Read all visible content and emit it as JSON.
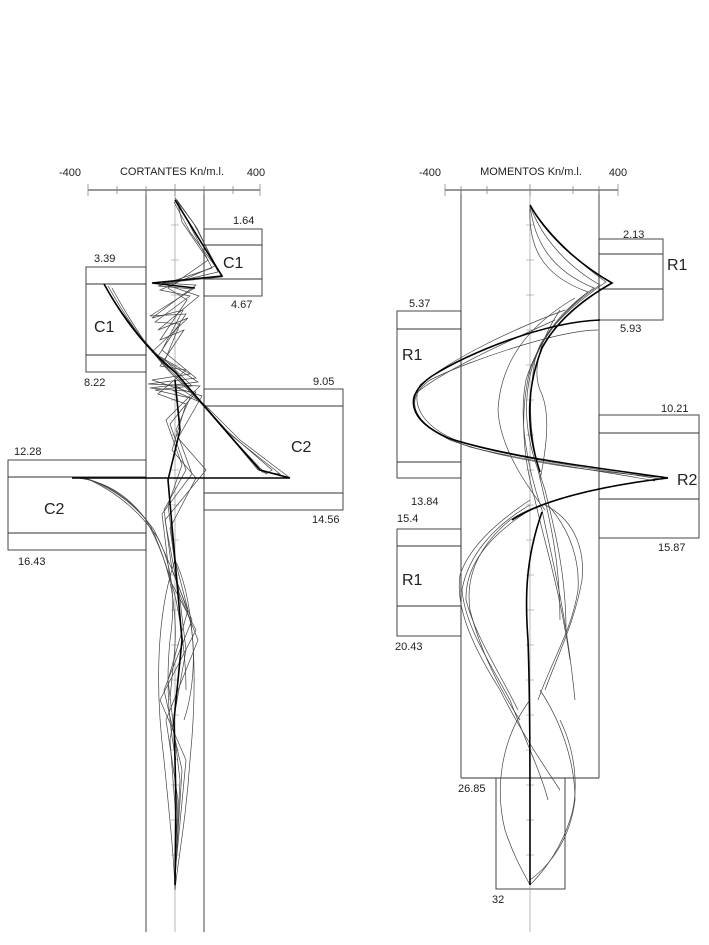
{
  "cortantes": {
    "title": "CORTANTES Kn/m.l.",
    "axis_min_label": "-400",
    "axis_max_label": "400",
    "zones": [
      {
        "id": "c1-upper",
        "label": "C1",
        "top_value": "1.64",
        "bottom_value": "4.67"
      },
      {
        "id": "c1-lower",
        "label": "C1",
        "top_value": "3.39",
        "bottom_value": "8.22"
      },
      {
        "id": "c2-right",
        "label": "C2",
        "top_value": "9.05",
        "bottom_value": "14.56"
      },
      {
        "id": "c2-left",
        "label": "C2",
        "top_value": "12.28",
        "bottom_value": "16.43"
      }
    ]
  },
  "momentos": {
    "title": "MOMENTOS Kn/m.l.",
    "axis_min_label": "-400",
    "axis_max_label": "400",
    "zones": [
      {
        "id": "r1-upper-right",
        "label": "R1",
        "top_value": "2.13",
        "bottom_value": "5.93"
      },
      {
        "id": "r1-upper-left",
        "label": "R1",
        "top_value": "5.37",
        "bottom_value": "13.84"
      },
      {
        "id": "r2-right",
        "label": "R2",
        "top_value": "10.21",
        "bottom_value": "15.87"
      },
      {
        "id": "r1-lower-left",
        "label": "R1",
        "top_value": "15.4",
        "bottom_value": "20.43"
      }
    ],
    "extension_labels": {
      "top": "26.85",
      "bottom": "32"
    }
  }
}
